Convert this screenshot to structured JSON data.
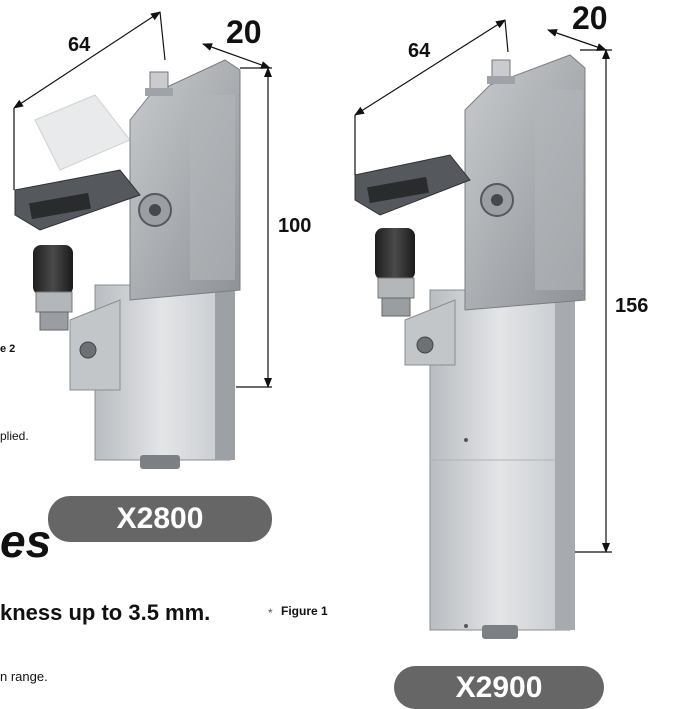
{
  "products": [
    {
      "model": "X2800",
      "width": "64",
      "depth": "20",
      "height": "100"
    },
    {
      "model": "X2900",
      "width": "64",
      "depth": "20",
      "height": "156"
    }
  ],
  "text_fragments": {
    "figure2_ref": "e 2",
    "applied": "plied.",
    "heading_fragment": "es",
    "thickness_line": "kness up to 3.5 mm.",
    "figure1_marker": "*",
    "figure1_ref": "Figure 1",
    "range_line": "n range."
  },
  "colors": {
    "pill_bg": "#666666",
    "pill_text": "#ffffff",
    "metal_light": "#d4d6d8",
    "metal_mid": "#a9acb0",
    "metal_dark": "#5e6166",
    "rubber": "#2b2b2b"
  }
}
